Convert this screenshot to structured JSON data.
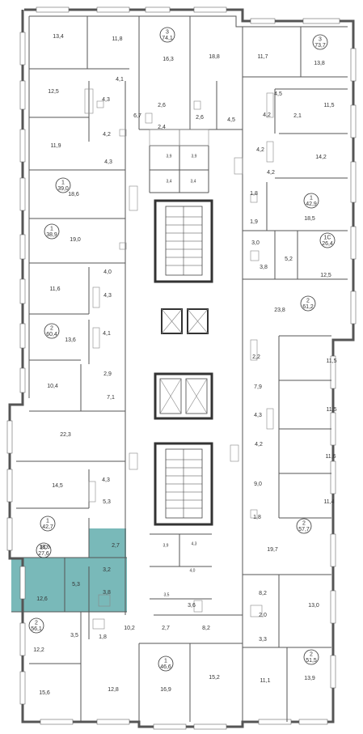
{
  "plan": {
    "highlight_color": "#79b9b9",
    "rooms": [
      {
        "id": "r01",
        "text": "13,4"
      },
      {
        "id": "r02",
        "text": "11,8"
      },
      {
        "id": "r03",
        "text": "16,3"
      },
      {
        "id": "r04",
        "text": "18,8"
      },
      {
        "id": "r05",
        "text": "11,7"
      },
      {
        "id": "r06",
        "text": "13,8"
      },
      {
        "id": "r07",
        "text": "4,1"
      },
      {
        "id": "r08",
        "text": "12,5"
      },
      {
        "id": "r09",
        "text": "4,3"
      },
      {
        "id": "r10",
        "text": "2,6"
      },
      {
        "id": "r11",
        "text": "4,5"
      },
      {
        "id": "r12",
        "text": "11,5"
      },
      {
        "id": "r13",
        "text": "6,7"
      },
      {
        "id": "r14",
        "text": "2,6"
      },
      {
        "id": "r15",
        "text": "4,5"
      },
      {
        "id": "r16",
        "text": "4,2"
      },
      {
        "id": "r17",
        "text": "2,1"
      },
      {
        "id": "r18",
        "text": "4,2"
      },
      {
        "id": "r19",
        "text": "2,4"
      },
      {
        "id": "r20",
        "text": "11,9"
      },
      {
        "id": "r21",
        "text": "3,9"
      },
      {
        "id": "r22",
        "text": "3,9"
      },
      {
        "id": "r23",
        "text": "4,2"
      },
      {
        "id": "r24",
        "text": "14,2"
      },
      {
        "id": "r25",
        "text": "4,3"
      },
      {
        "id": "r26",
        "text": "3,4"
      },
      {
        "id": "r27",
        "text": "3,4"
      },
      {
        "id": "r28",
        "text": "4,2"
      },
      {
        "id": "r29",
        "text": "18,6"
      },
      {
        "id": "r30",
        "text": "1,8"
      },
      {
        "id": "r31",
        "text": "18,5"
      },
      {
        "id": "r32",
        "text": "1,9"
      },
      {
        "id": "r33",
        "text": "19,0"
      },
      {
        "id": "r34",
        "text": "3,0"
      },
      {
        "id": "r35",
        "text": "5,2"
      },
      {
        "id": "r36",
        "text": "3,8"
      },
      {
        "id": "r37",
        "text": "12,5"
      },
      {
        "id": "r38",
        "text": "4,0"
      },
      {
        "id": "r39",
        "text": "11,6"
      },
      {
        "id": "r40",
        "text": "23,8"
      },
      {
        "id": "r41",
        "text": "4,3"
      },
      {
        "id": "r42",
        "text": "4,1"
      },
      {
        "id": "r43",
        "text": "13,6"
      },
      {
        "id": "r44",
        "text": "11,5"
      },
      {
        "id": "r45",
        "text": "2,2"
      },
      {
        "id": "r46",
        "text": "2,9"
      },
      {
        "id": "r47",
        "text": "7,9"
      },
      {
        "id": "r48",
        "text": "10,4"
      },
      {
        "id": "r49",
        "text": "7,1"
      },
      {
        "id": "r50",
        "text": "11,5"
      },
      {
        "id": "r51",
        "text": "4,3"
      },
      {
        "id": "r52",
        "text": "22,3"
      },
      {
        "id": "r53",
        "text": "4,2"
      },
      {
        "id": "r54",
        "text": "11,6"
      },
      {
        "id": "r55",
        "text": "14,5"
      },
      {
        "id": "r56",
        "text": "4,3"
      },
      {
        "id": "r57",
        "text": "9,0"
      },
      {
        "id": "r58",
        "text": "11,4"
      },
      {
        "id": "r59",
        "text": "5,3"
      },
      {
        "id": "r60",
        "text": "1,8"
      },
      {
        "id": "r61",
        "text": "18,6"
      },
      {
        "id": "r62",
        "text": "2,7"
      },
      {
        "id": "r63",
        "text": "3,9"
      },
      {
        "id": "r64",
        "text": "4,3"
      },
      {
        "id": "r65",
        "text": "19,7"
      },
      {
        "id": "r66",
        "text": "4,0"
      },
      {
        "id": "r67",
        "text": "5,3"
      },
      {
        "id": "r68",
        "text": "3,2"
      },
      {
        "id": "r69",
        "text": "12,6"
      },
      {
        "id": "r70",
        "text": "3,8"
      },
      {
        "id": "r71",
        "text": "3,5"
      },
      {
        "id": "r72",
        "text": "3,6"
      },
      {
        "id": "r73",
        "text": "8,2"
      },
      {
        "id": "r74",
        "text": "13,0"
      },
      {
        "id": "r75",
        "text": "2,0"
      },
      {
        "id": "r76",
        "text": "10,2"
      },
      {
        "id": "r77",
        "text": "2,7"
      },
      {
        "id": "r78",
        "text": "8,2"
      },
      {
        "id": "r79",
        "text": "3,5"
      },
      {
        "id": "r80",
        "text": "1,8"
      },
      {
        "id": "r81",
        "text": "3,3"
      },
      {
        "id": "r82",
        "text": "12,2"
      },
      {
        "id": "r83",
        "text": "15,6"
      },
      {
        "id": "r84",
        "text": "12,8"
      },
      {
        "id": "r85",
        "text": "16,9"
      },
      {
        "id": "r86",
        "text": "15,2"
      },
      {
        "id": "r87",
        "text": "11,1"
      },
      {
        "id": "r88",
        "text": "13,9"
      }
    ],
    "units": [
      {
        "id": "u3a",
        "rooms": "3",
        "area": "74,1"
      },
      {
        "id": "u3b",
        "rooms": "3",
        "area": "73,7"
      },
      {
        "id": "u1a",
        "rooms": "1",
        "area": "39,0"
      },
      {
        "id": "u1b",
        "rooms": "1",
        "area": "42,9"
      },
      {
        "id": "u1c",
        "rooms": "1",
        "area": "38,9"
      },
      {
        "id": "u1s",
        "rooms": "1С",
        "area": "26,4"
      },
      {
        "id": "u2a",
        "rooms": "2",
        "area": "61,2"
      },
      {
        "id": "u2b",
        "rooms": "2",
        "area": "60,4"
      },
      {
        "id": "u1d",
        "rooms": "1",
        "area": "42,7"
      },
      {
        "id": "u2c",
        "rooms": "2",
        "area": "57,7"
      },
      {
        "id": "u1sel",
        "rooms": "1С",
        "area": "27,6"
      },
      {
        "id": "u2d",
        "rooms": "2",
        "area": "56,1"
      },
      {
        "id": "u1e",
        "rooms": "1",
        "area": "46,6"
      },
      {
        "id": "u2e",
        "rooms": "2",
        "area": "51,5"
      }
    ]
  }
}
